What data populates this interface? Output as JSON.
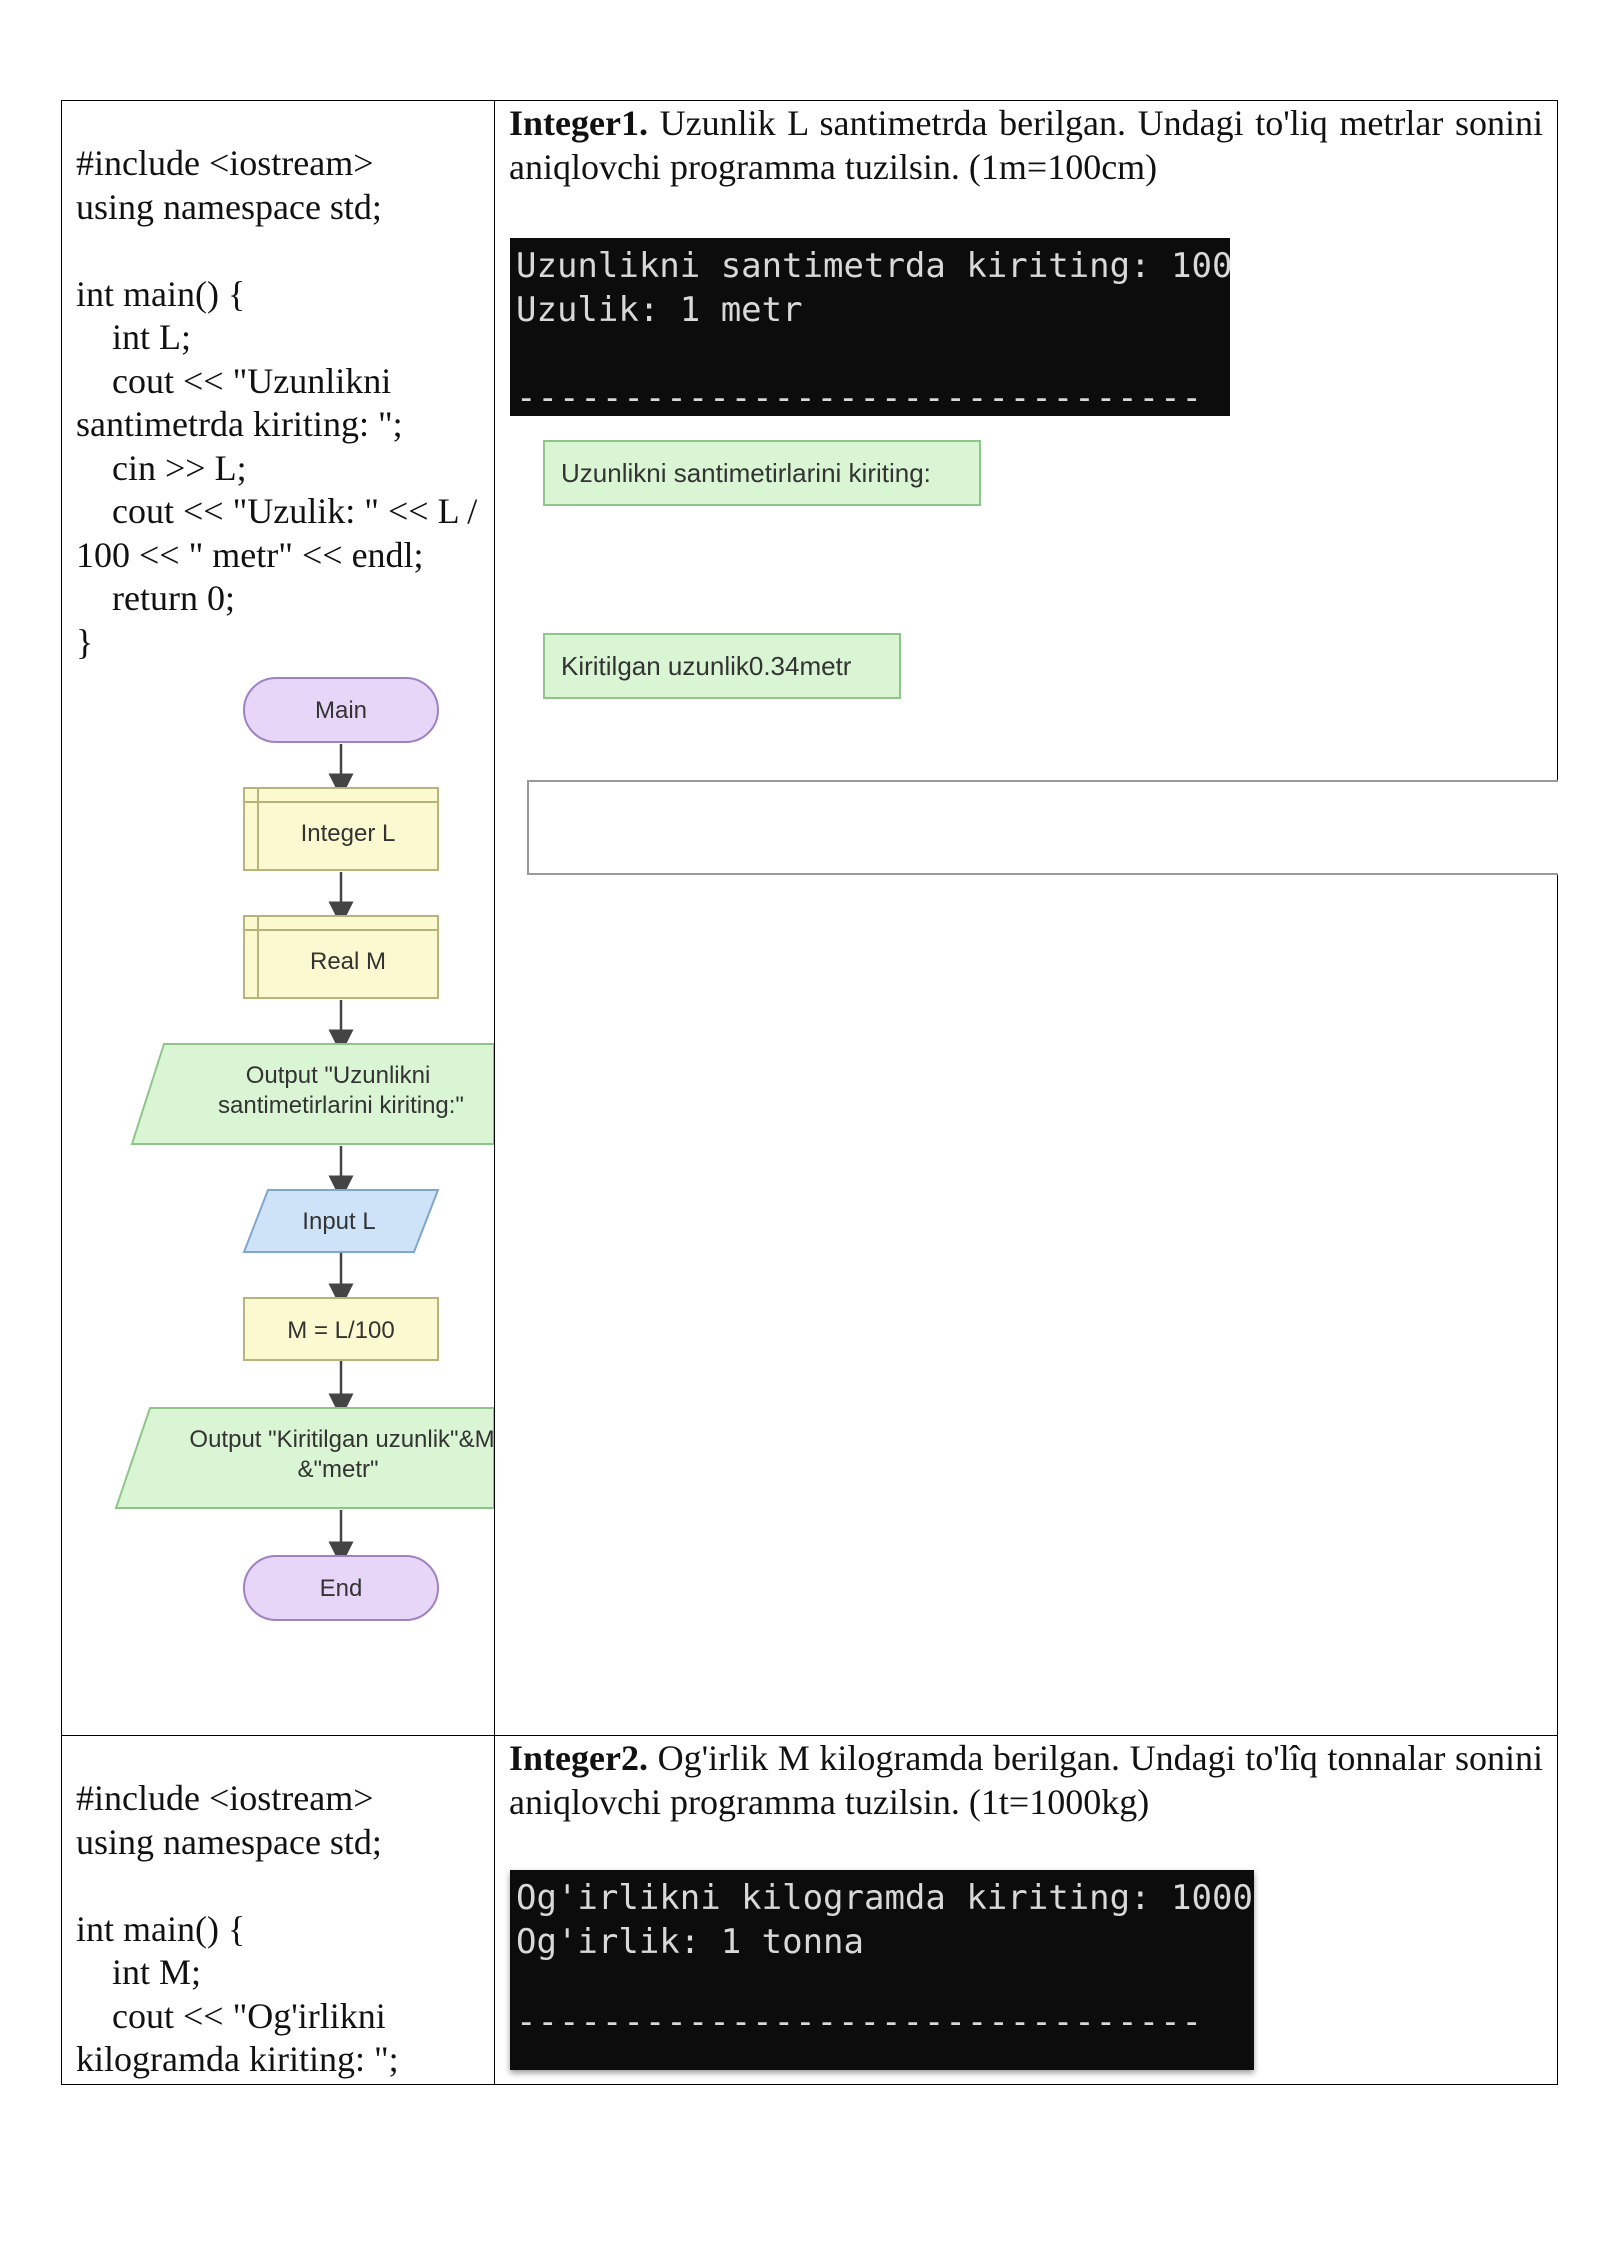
{
  "task1": {
    "title": "Integer1.",
    "text": " Uzunlik L santimetrda berilgan. Undagi to'liq metrlar sonini aniqlovchi programma tuzilsin. (1m=100cm)",
    "code": "#include <iostream>\nusing namespace std;\n\nint main() {\n    int L;\n    cout << \"Uzunlikni santimetrda kiriting: \";\n    cin >> L;\n    cout << \"Uzulik: \" << L / 100 << \" metr\" << endl;\n    return 0;\n}",
    "console": {
      "line1": "Uzunlikni santimetrda kiriting: 100",
      "line2": "Uzulik: 1 metr",
      "dash": "--------------------------------"
    },
    "prompt_callout": "Uzunlikni santimetirlarini kiriting:",
    "result_callout": "Kiritilgan uzunlik0.34metr",
    "flowchart": {
      "main": "Main",
      "decl1": "Integer L",
      "decl2": "Real M",
      "output1_line1": "Output \"Uzunlikni",
      "output1_line2": "santimetirlarini kiriting:\"",
      "input": "Input L",
      "assign": "M = L/100",
      "output2_line1": "Output \"Kiritilgan uzunlik\"&M",
      "output2_line2": "&\"metr\"",
      "end": "End"
    }
  },
  "task2": {
    "title": "Integer2.",
    "text": " Og'irlik M kilogramda berilgan. Undagi to'lîq tonnalar sonini aniqlovchi programma tuzilsin. (1t=1000kg)",
    "code": "#include <iostream>\nusing namespace std;\n\nint main() {\n    int M;\n    cout << \"Og'irlikni kilogramda kiriting: \";",
    "console": {
      "line1": "Og'irlikni kilogramda kiriting: 1000",
      "line2": "Og'irlik: 1 tonna",
      "dash": "--------------------------------"
    }
  }
}
